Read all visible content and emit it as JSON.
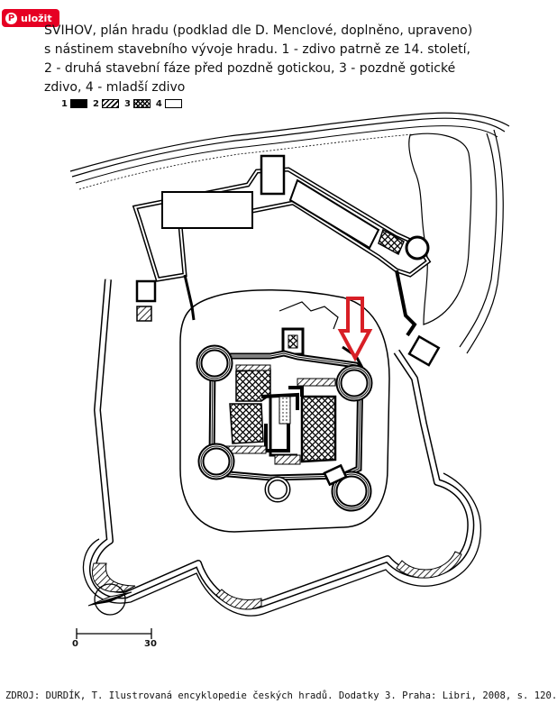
{
  "pin_button": {
    "label": "uložit",
    "icon": "pinterest-icon"
  },
  "caption": {
    "lines": [
      "SVIHOV, plán hradu (podklad dle D. Menclové, doplněno, upraveno)",
      "s nástinem stavebního vývoje hradu. 1 - zdivo patrně ze 14. století,",
      "2 - druhá stavební fáze před pozdně gotickou, 3 - pozdně gotické",
      "zdivo, 4 - mladší zdivo"
    ]
  },
  "legend": [
    {
      "number": "1",
      "pattern": "solid"
    },
    {
      "number": "2",
      "pattern": "hatch"
    },
    {
      "number": "3",
      "pattern": "crosshatch"
    },
    {
      "number": "4",
      "pattern": "empty"
    }
  ],
  "scale": {
    "start": "0",
    "end": "30"
  },
  "icons": {
    "north_arrow": "north-arrow-icon",
    "pointer": "red-down-arrow-icon"
  },
  "colors": {
    "pointer": "#d81f26",
    "pin": "#e60023",
    "ink": "#000000"
  },
  "source": "ZDROJ: DURDÍK, T. Ilustrovaná encyklopedie českých hradů. Dodatky 3. Praha: Libri, 2008, s. 120."
}
